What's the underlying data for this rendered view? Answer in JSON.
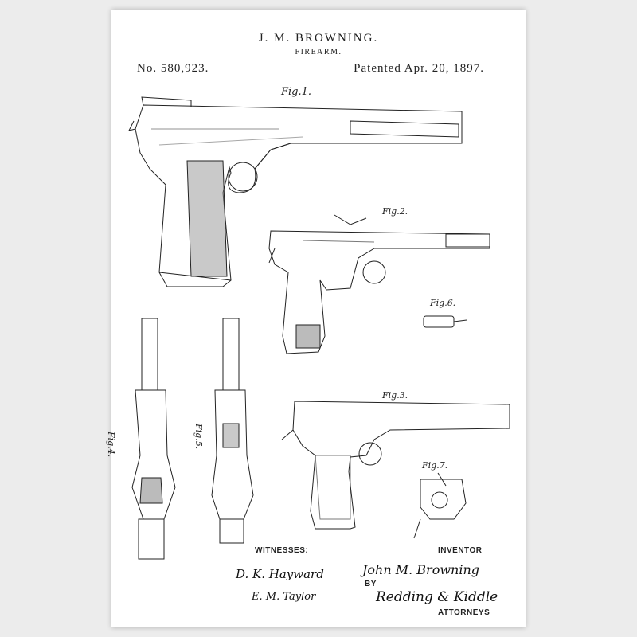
{
  "patent": {
    "inventor_header": "J. M. BROWNING.",
    "title": "FIREARM.",
    "number": "No. 580,923.",
    "date": "Patented Apr. 20, 1897."
  },
  "figures": {
    "fig1": "Fig.1.",
    "fig2": "Fig.2.",
    "fig3": "Fig.3.",
    "fig4": "Fig.4.",
    "fig5": "Fig.5.",
    "fig6": "Fig.6.",
    "fig7": "Fig.7."
  },
  "signatures": {
    "witnesses_label": "WITNESSES:",
    "inventor_label": "INVENTOR",
    "by_label": "BY",
    "attorneys_label": "ATTORNEYS",
    "inventor_signature": "John M. Browning",
    "witness_1": "D. K. Hayward",
    "witness_2": "E. M. Taylor",
    "attorneys_signature": "Redding & Kiddle"
  },
  "colors": {
    "ink": "#222222",
    "paper": "#ffffff",
    "background": "#ececec"
  }
}
